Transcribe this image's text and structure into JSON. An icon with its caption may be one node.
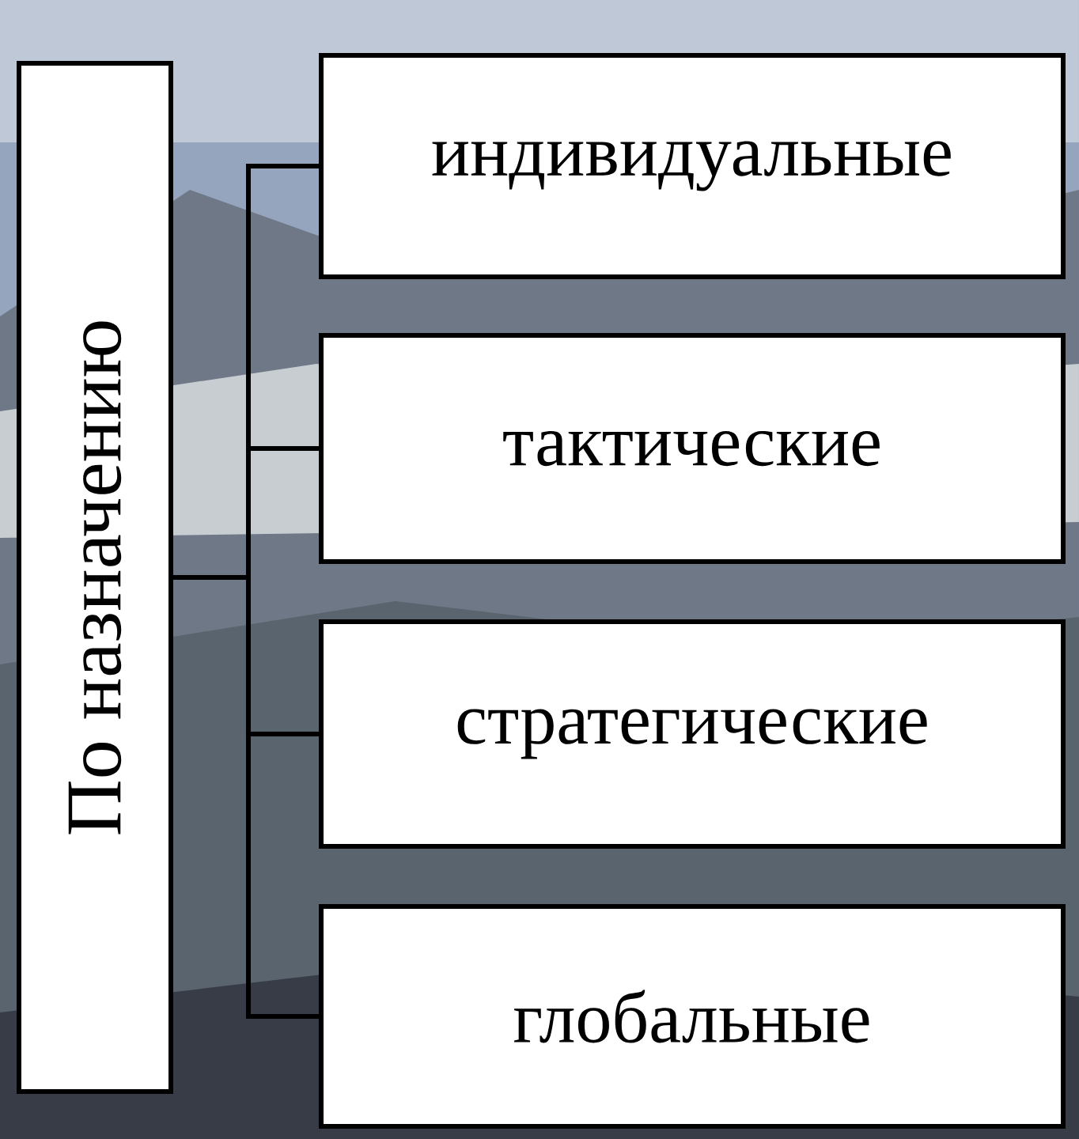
{
  "diagram": {
    "nodes": [
      {
        "text": [
          "По назначению"
        ]
      },
      {
        "text": [
          "индивидуальные"
        ]
      },
      {
        "text": [
          "тактические"
        ]
      },
      {
        "text": [
          "стратегические"
        ]
      },
      {
        "text": [
          "глобальные"
        ]
      }
    ],
    "edges": [
      {
        "from": 0,
        "to": 1,
        "arrow": "none"
      },
      {
        "from": 0,
        "to": 2,
        "arrow": "none"
      },
      {
        "from": 0,
        "to": 3,
        "arrow": "none"
      },
      {
        "from": 0,
        "to": 4,
        "arrow": "none"
      }
    ]
  }
}
